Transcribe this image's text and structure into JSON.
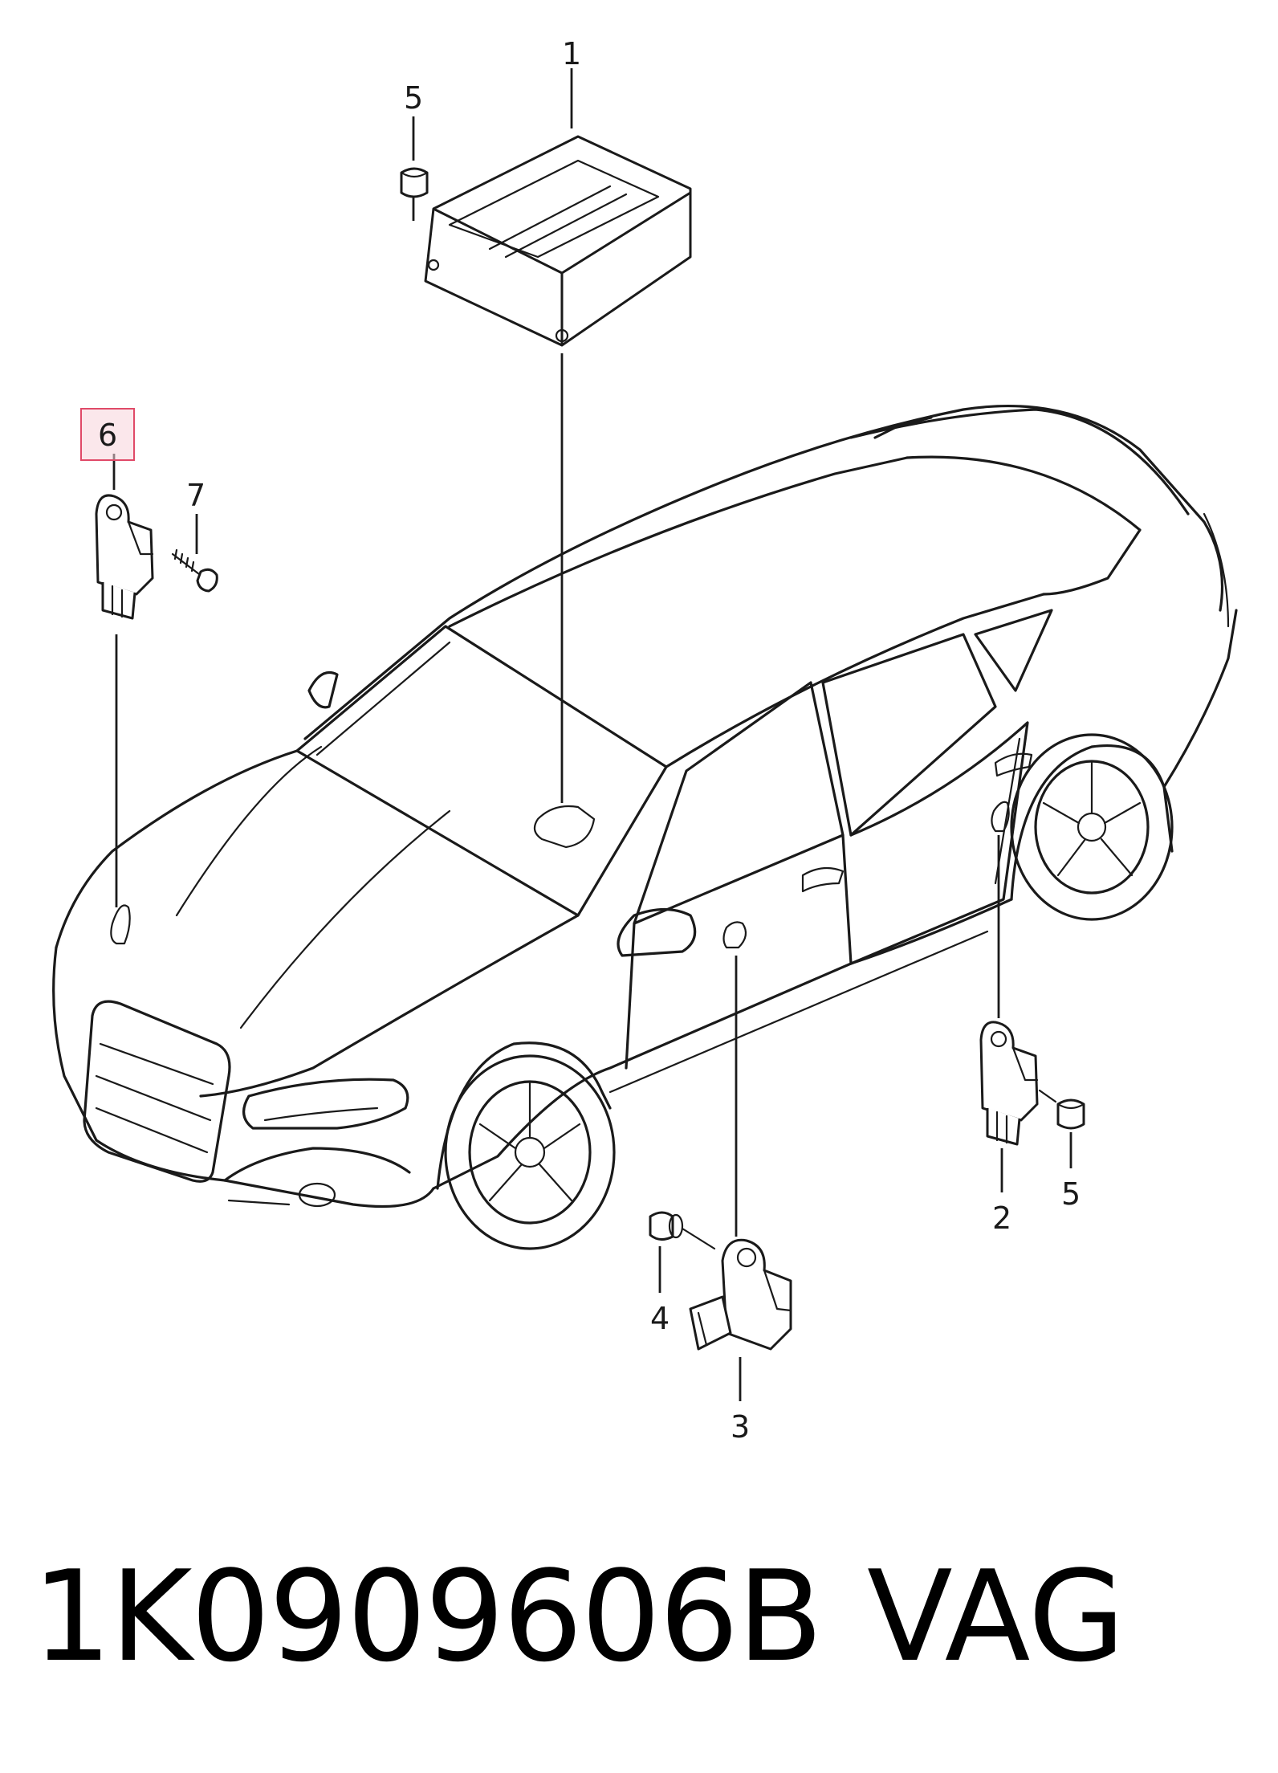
{
  "diagram": {
    "callouts": {
      "c1": "1",
      "c2": "2",
      "c3": "3",
      "c4": "4",
      "c5a": "5",
      "c5b": "5",
      "c6": "6",
      "c7": "7"
    },
    "highlighted_callout": "6",
    "highlight_color": "#f8d3da"
  },
  "footer": {
    "part_number": "1K0909606B",
    "brand": "VAG"
  }
}
